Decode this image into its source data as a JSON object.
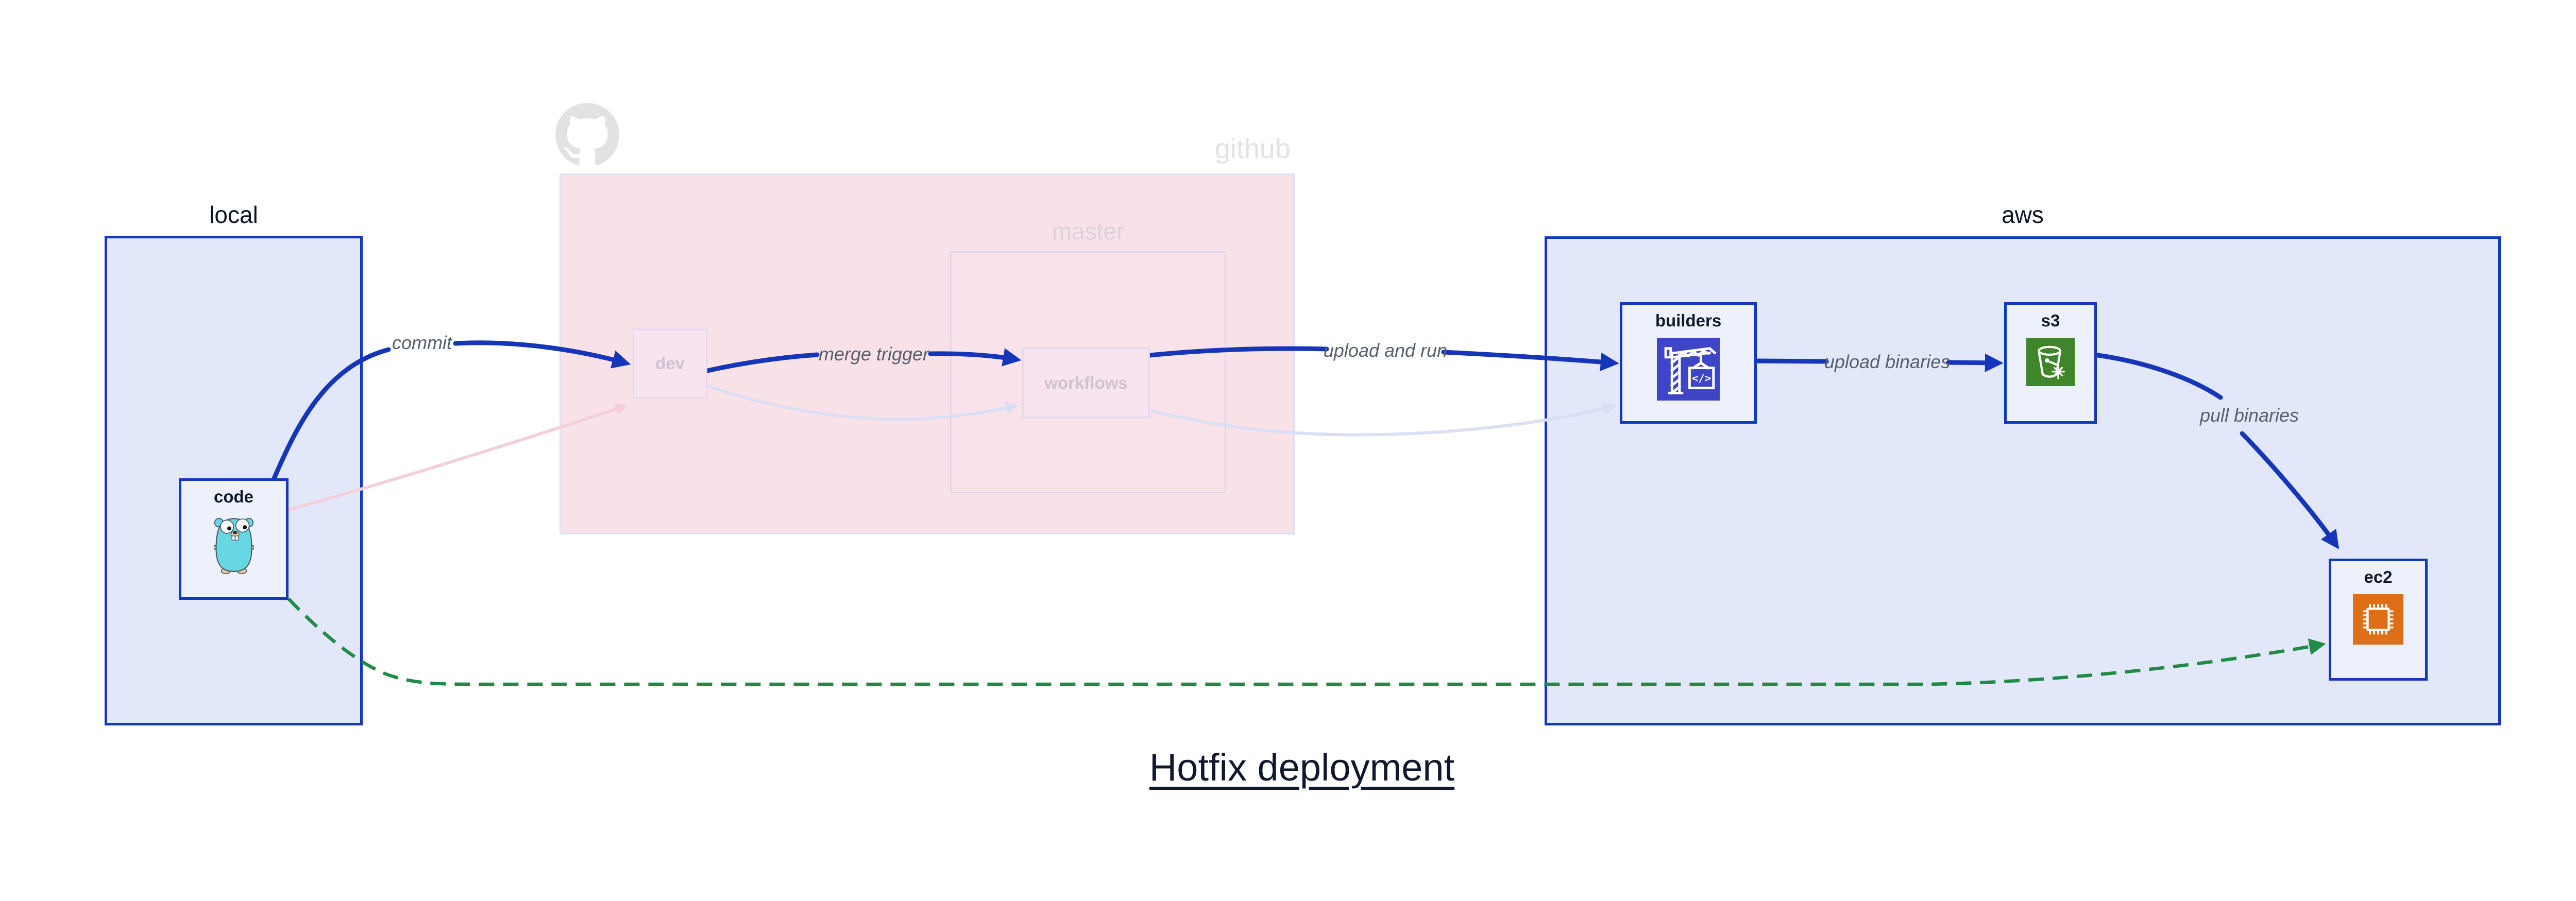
{
  "title": "Hotfix deployment",
  "containers": {
    "local": {
      "label": "local"
    },
    "github": {
      "label": "github",
      "master_label": "master"
    },
    "aws": {
      "label": "aws"
    }
  },
  "nodes": {
    "code": {
      "label": "code"
    },
    "dev": {
      "label": "dev"
    },
    "workflows": {
      "label": "workflows"
    },
    "builders": {
      "label": "builders"
    },
    "s3": {
      "label": "s3"
    },
    "ec2": {
      "label": "ec2"
    }
  },
  "edges": {
    "commit": {
      "label": "commit"
    },
    "merge_trigger": {
      "label": "merge trigger"
    },
    "upload_and_run": {
      "label": "upload and run"
    },
    "upload_binaries": {
      "label": "upload binaries"
    },
    "pull_binaries": {
      "label": "pull binaries"
    }
  },
  "icons": {
    "github": "github-octocat-icon",
    "code": "go-gopher-icon",
    "builders": "codebuild-crane-icon",
    "builders_glyph": "</>",
    "s3": "s3-glacier-bucket-icon",
    "ec2": "ec2-chip-icon"
  },
  "colors": {
    "primary_blue": "#1536b8",
    "container_border_blue": "#1238bc",
    "container_fill_blue": "#e2e8fa",
    "github_fill_pink": "#f9e1e8",
    "faded_pink_edge": "#f4cfda",
    "faded_lavender_edge": "#dadff4",
    "hotfix_green": "#1f8b45",
    "codebuild_purple": "#3e45c6",
    "s3_green": "#3e8629",
    "ec2_orange": "#dd6f18"
  }
}
